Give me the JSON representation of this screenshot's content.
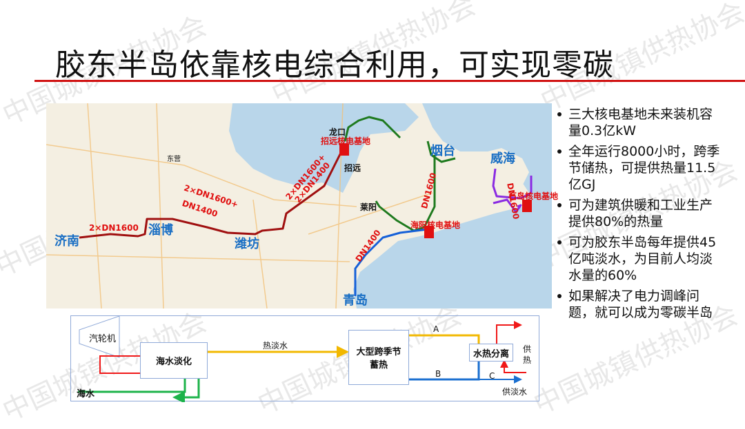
{
  "title": "胶东半岛依靠核电综合利用，可实现零碳",
  "watermark": "中国城镇供热协会",
  "map": {
    "cities": {
      "jinan": "济南",
      "zibo": "淄博",
      "weifang": "潍坊",
      "yantai": "烟台",
      "weihai": "威海",
      "qingdao": "青岛"
    },
    "towns": {
      "longkou": "龙口",
      "zhaoyuan": "招远",
      "laiyang": "莱阳",
      "dongying": "东营"
    },
    "sites": {
      "zhaoyuan": "招远核电基地",
      "haiyang": "海阳核电基地",
      "shidao": "石岛核电基地"
    },
    "pipes": {
      "jinan_zibo": "2×DN1600",
      "zibo_weifang_1": "2×DN1600+",
      "zibo_weifang_2": "DN1400",
      "weifang_zhaoyuan_1": "2×DN1600+",
      "weifang_zhaoyuan_2": "2×DN1400",
      "yantai_haiyang": "DN1600",
      "haiyang_qingdao": "DN1400",
      "weihai_shidao": "DN1600"
    },
    "colors": {
      "west": "#a01010",
      "yantai": "#1e7a1e",
      "qingdao": "#1560d8",
      "weihai": "#8a2be2"
    }
  },
  "bullets": [
    "三大核电基地未来装机容量0.3亿kW",
    "全年运行8000小时，跨季节储热，可提供热量11.5亿GJ",
    "可为建筑供暖和工业生产提供80%的热量",
    "可为胶东半岛每年提供45亿吨淡水，为目前人均淡水量的60%",
    "如果解决了电力调峰问题，就可以成为零碳半岛"
  ],
  "diagram": {
    "turbine": "汽轮机",
    "desal": "海水淡化",
    "storage": "大型跨季节蓄热",
    "separator": "水热分离",
    "hot_water": "热淡水",
    "seawater": "海水",
    "supply_heat": "供热",
    "supply_water": "供淡水",
    "a": "A",
    "b": "B",
    "c": "C"
  }
}
